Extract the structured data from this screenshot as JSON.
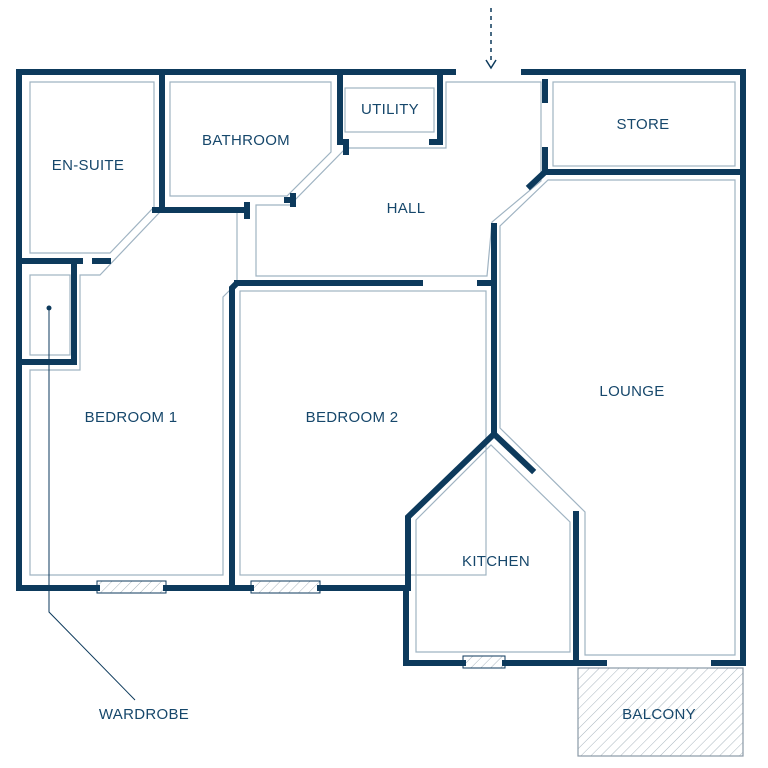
{
  "colors": {
    "wall": "#0d3a5c",
    "inner_line": "#9fb3c2",
    "hatch": "#a9b5be",
    "label": "#16476b",
    "background": "#ffffff"
  },
  "rooms": {
    "en_suite": "EN-SUITE",
    "bathroom": "BATHROOM",
    "utility": "UTILITY",
    "store": "STORE",
    "hall": "HALL",
    "bedroom_1": "BEDROOM 1",
    "bedroom_2": "BEDROOM 2",
    "lounge": "LOUNGE",
    "kitchen": "KITCHEN",
    "balcony": "BALCONY"
  },
  "annotations": {
    "wardrobe": "WARDROBE"
  },
  "icons": {
    "entrance": "dashed-arrow-down-icon"
  }
}
